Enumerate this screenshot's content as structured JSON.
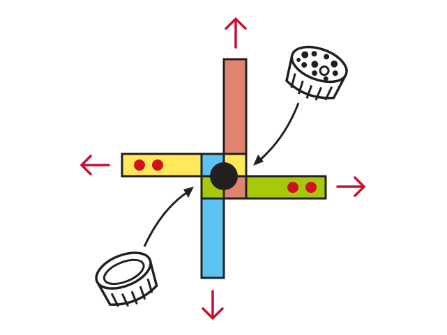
{
  "diagram": {
    "background": "#ffffff",
    "colors": {
      "outline": "#231f20",
      "arrow_red": "#c8102e",
      "arm_up": "#e08470",
      "arm_left": "#ffe95a",
      "arm_right": "#a6c90b",
      "arm_down": "#5ac3ef",
      "dot_red": "#d0121b",
      "hub": "#231f20"
    },
    "arms": [
      {
        "id": "up",
        "color_key": "arm_up"
      },
      {
        "id": "left",
        "color_key": "arm_left"
      },
      {
        "id": "right",
        "color_key": "arm_right"
      },
      {
        "id": "down",
        "color_key": "arm_down"
      }
    ],
    "icons": [
      "pulley-icon-with-holes",
      "pulley-icon-plain"
    ],
    "direction_arrows": [
      "up",
      "left",
      "right",
      "down"
    ]
  }
}
